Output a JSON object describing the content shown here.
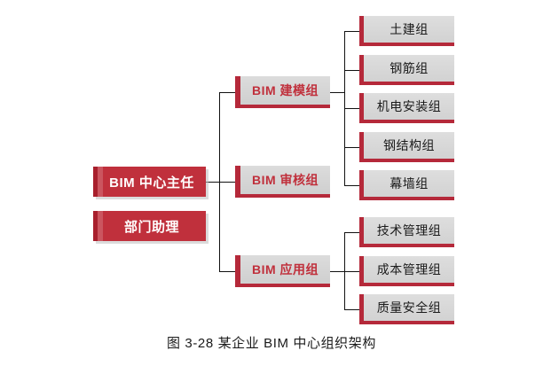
{
  "figure": {
    "caption": "图 3-28 某企业 BIM 中心组织架构",
    "background_color": "#ffffff",
    "accent_color": "#c0303c",
    "accent_dark_color": "#b5293a",
    "box_grey_color": "#d9d9d9",
    "line_color": "#111111"
  },
  "chart_data": {
    "type": "diagram",
    "title": "图 3-28 某企业 BIM 中心组织架构",
    "diagram_kind": "organization-chart",
    "orientation": "left-to-right",
    "levels": [
      {
        "level": 1,
        "style": "solid-red-white-text",
        "nodes": [
          "BIM 中心主任",
          "部门助理"
        ]
      },
      {
        "level": 2,
        "style": "grey-red-text",
        "nodes": [
          "BIM 建模组",
          "BIM 审核组",
          "BIM 应用组"
        ]
      },
      {
        "level": 3,
        "style": "grey-dark-text",
        "nodes": [
          "土建组",
          "钢筋组",
          "机电安装组",
          "钢结构组",
          "幕墙组",
          "技术管理组",
          "成本管理组",
          "质量安全组"
        ]
      }
    ],
    "edges": [
      {
        "from": "BIM 中心主任",
        "to": "BIM 建模组"
      },
      {
        "from": "BIM 中心主任",
        "to": "BIM 审核组"
      },
      {
        "from": "BIM 中心主任",
        "to": "BIM 应用组"
      },
      {
        "from": "BIM 建模组",
        "to": "土建组"
      },
      {
        "from": "BIM 建模组",
        "to": "钢筋组"
      },
      {
        "from": "BIM 建模组",
        "to": "机电安装组"
      },
      {
        "from": "BIM 建模组",
        "to": "钢结构组"
      },
      {
        "from": "BIM 建模组",
        "to": "幕墙组"
      },
      {
        "from": "BIM 应用组",
        "to": "技术管理组"
      },
      {
        "from": "BIM 应用组",
        "to": "成本管理组"
      },
      {
        "from": "BIM 应用组",
        "to": "质量安全组"
      }
    ]
  },
  "nodes": {
    "root": {
      "director": "BIM 中心主任",
      "assistant": "部门助理"
    },
    "mid": {
      "modeling": "BIM 建模组",
      "review": "BIM 审核组",
      "application": "BIM 应用组"
    },
    "leaf": {
      "civil": "土建组",
      "rebar": "钢筋组",
      "mep": "机电安装组",
      "steel": "钢结构组",
      "curtain": "幕墙组",
      "tech_mgmt": "技术管理组",
      "cost_mgmt": "成本管理组",
      "quality_safety": "质量安全组"
    }
  }
}
